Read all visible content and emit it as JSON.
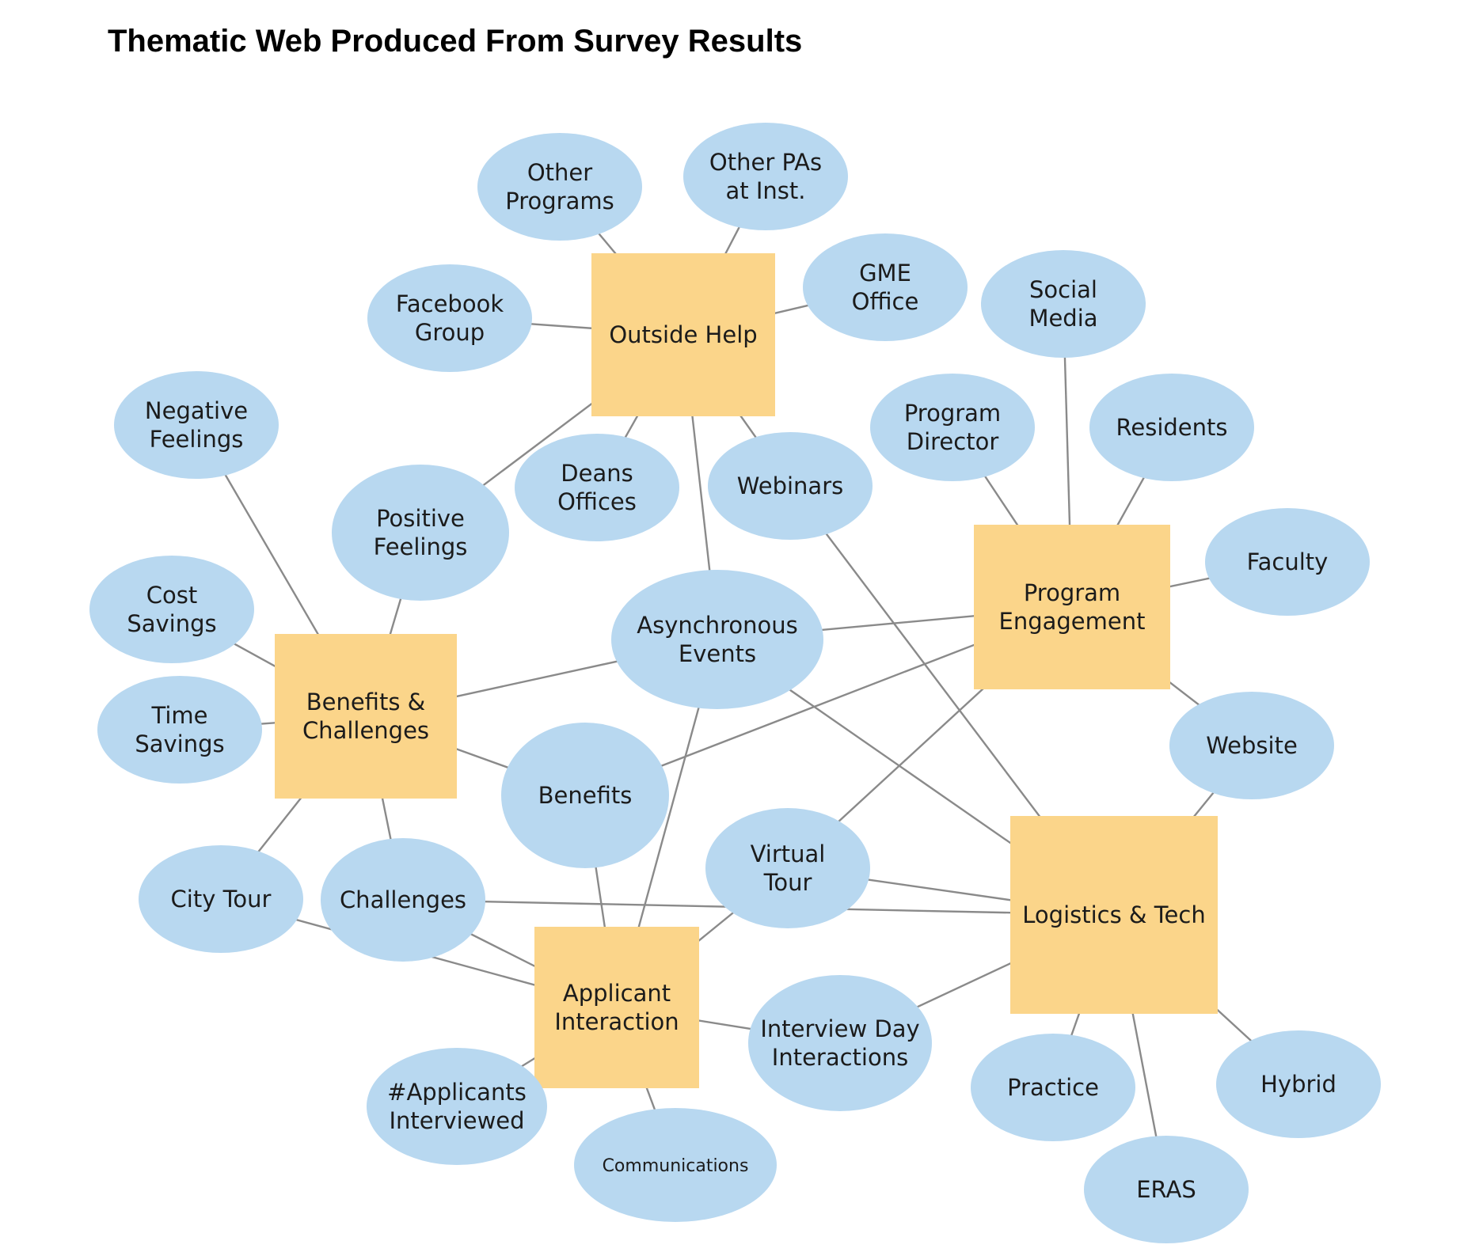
{
  "title": "Thematic Web Produced From Survey Results",
  "colors": {
    "theme_fill": "#fbd58a",
    "subtheme_fill": "#b8d8f0",
    "edge": "#8a8a8a",
    "text": "#1b1b1b"
  },
  "nodes": [
    {
      "id": "outside-help",
      "kind": "theme",
      "lines": [
        "Outside Help"
      ]
    },
    {
      "id": "program-engagement",
      "kind": "theme",
      "lines": [
        "Program",
        "Engagement"
      ]
    },
    {
      "id": "benefits-challenges",
      "kind": "theme",
      "lines": [
        "Benefits &",
        "Challenges"
      ]
    },
    {
      "id": "logistics-tech",
      "kind": "theme",
      "lines": [
        "Logistics & Tech"
      ]
    },
    {
      "id": "applicant-interaction",
      "kind": "theme",
      "lines": [
        "Applicant",
        "Interaction"
      ]
    },
    {
      "id": "other-programs",
      "kind": "subtheme",
      "lines": [
        "Other",
        "Programs"
      ]
    },
    {
      "id": "other-pas",
      "kind": "subtheme",
      "lines": [
        "Other PAs",
        "at Inst."
      ]
    },
    {
      "id": "gme-office",
      "kind": "subtheme",
      "lines": [
        "GME",
        "Office"
      ]
    },
    {
      "id": "facebook-group",
      "kind": "subtheme",
      "lines": [
        "Facebook",
        "Group"
      ]
    },
    {
      "id": "social-media",
      "kind": "subtheme",
      "lines": [
        "Social",
        "Media"
      ]
    },
    {
      "id": "negative-feelings",
      "kind": "subtheme",
      "lines": [
        "Negative",
        "Feelings"
      ]
    },
    {
      "id": "program-director",
      "kind": "subtheme",
      "lines": [
        "Program",
        "Director"
      ]
    },
    {
      "id": "residents",
      "kind": "subtheme",
      "lines": [
        "Residents"
      ]
    },
    {
      "id": "deans-offices",
      "kind": "subtheme",
      "lines": [
        "Deans",
        "Offices"
      ]
    },
    {
      "id": "webinars",
      "kind": "subtheme",
      "lines": [
        "Webinars"
      ]
    },
    {
      "id": "positive-feelings",
      "kind": "subtheme",
      "lines": [
        "Positive",
        "Feelings"
      ]
    },
    {
      "id": "faculty",
      "kind": "subtheme",
      "lines": [
        "Faculty"
      ]
    },
    {
      "id": "cost-savings",
      "kind": "subtheme",
      "lines": [
        "Cost",
        "Savings"
      ]
    },
    {
      "id": "asynchronous-events",
      "kind": "subtheme",
      "lines": [
        "Asynchronous",
        "Events"
      ]
    },
    {
      "id": "time-savings",
      "kind": "subtheme",
      "lines": [
        "Time",
        "Savings"
      ]
    },
    {
      "id": "website",
      "kind": "subtheme",
      "lines": [
        "Website"
      ]
    },
    {
      "id": "benefits",
      "kind": "subtheme",
      "lines": [
        "Benefits"
      ]
    },
    {
      "id": "virtual-tour",
      "kind": "subtheme",
      "lines": [
        "Virtual",
        "Tour"
      ]
    },
    {
      "id": "city-tour",
      "kind": "subtheme",
      "lines": [
        "City Tour"
      ]
    },
    {
      "id": "challenges",
      "kind": "subtheme",
      "lines": [
        "Challenges"
      ]
    },
    {
      "id": "interview-day",
      "kind": "subtheme",
      "lines": [
        "Interview Day",
        "Interactions"
      ]
    },
    {
      "id": "applicants-interviewed",
      "kind": "subtheme",
      "lines": [
        "#Applicants",
        "Interviewed"
      ]
    },
    {
      "id": "practice",
      "kind": "subtheme",
      "lines": [
        "Practice"
      ]
    },
    {
      "id": "hybrid",
      "kind": "subtheme",
      "lines": [
        "Hybrid"
      ]
    },
    {
      "id": "communications",
      "kind": "subtheme",
      "lines": [
        "Communications"
      ]
    },
    {
      "id": "eras",
      "kind": "subtheme",
      "lines": [
        "ERAS"
      ]
    }
  ],
  "edges": [
    [
      "outside-help",
      "other-programs"
    ],
    [
      "outside-help",
      "other-pas"
    ],
    [
      "outside-help",
      "gme-office"
    ],
    [
      "outside-help",
      "facebook-group"
    ],
    [
      "outside-help",
      "positive-feelings"
    ],
    [
      "outside-help",
      "deans-offices"
    ],
    [
      "outside-help",
      "webinars"
    ],
    [
      "outside-help",
      "asynchronous-events"
    ],
    [
      "program-engagement",
      "social-media"
    ],
    [
      "program-engagement",
      "program-director"
    ],
    [
      "program-engagement",
      "residents"
    ],
    [
      "program-engagement",
      "faculty"
    ],
    [
      "program-engagement",
      "website"
    ],
    [
      "program-engagement",
      "asynchronous-events"
    ],
    [
      "program-engagement",
      "benefits"
    ],
    [
      "program-engagement",
      "virtual-tour"
    ],
    [
      "benefits-challenges",
      "negative-feelings"
    ],
    [
      "benefits-challenges",
      "positive-feelings"
    ],
    [
      "benefits-challenges",
      "cost-savings"
    ],
    [
      "benefits-challenges",
      "time-savings"
    ],
    [
      "benefits-challenges",
      "asynchronous-events"
    ],
    [
      "benefits-challenges",
      "benefits"
    ],
    [
      "benefits-challenges",
      "city-tour"
    ],
    [
      "benefits-challenges",
      "challenges"
    ],
    [
      "logistics-tech",
      "webinars"
    ],
    [
      "logistics-tech",
      "asynchronous-events"
    ],
    [
      "logistics-tech",
      "website"
    ],
    [
      "logistics-tech",
      "virtual-tour"
    ],
    [
      "logistics-tech",
      "challenges"
    ],
    [
      "logistics-tech",
      "interview-day"
    ],
    [
      "logistics-tech",
      "practice"
    ],
    [
      "logistics-tech",
      "hybrid"
    ],
    [
      "logistics-tech",
      "eras"
    ],
    [
      "applicant-interaction",
      "asynchronous-events"
    ],
    [
      "applicant-interaction",
      "benefits"
    ],
    [
      "applicant-interaction",
      "virtual-tour"
    ],
    [
      "applicant-interaction",
      "city-tour"
    ],
    [
      "applicant-interaction",
      "challenges"
    ],
    [
      "applicant-interaction",
      "interview-day"
    ],
    [
      "applicant-interaction",
      "applicants-interviewed"
    ],
    [
      "applicant-interaction",
      "communications"
    ]
  ]
}
